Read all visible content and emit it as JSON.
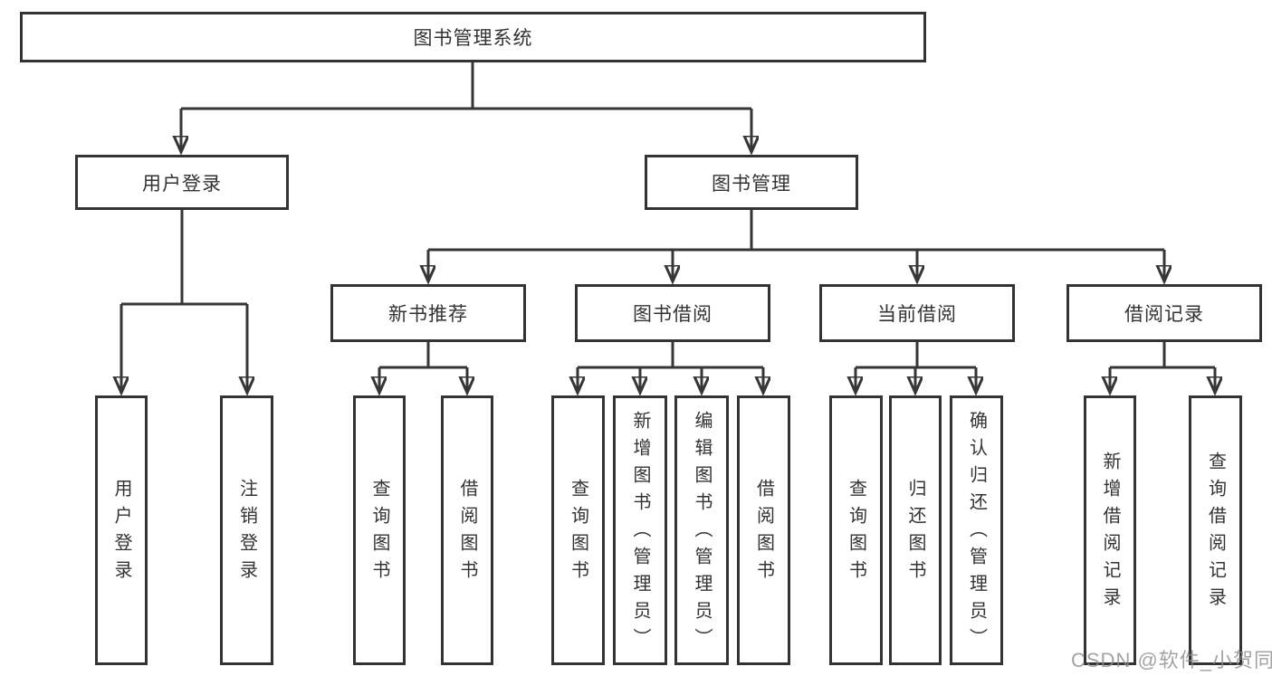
{
  "tree": {
    "root": {
      "label": "图书管理系统"
    },
    "user_login": {
      "label": "用户登录",
      "children": [
        {
          "label": "用户登录"
        },
        {
          "label": "注销登录"
        }
      ]
    },
    "book_mgmt": {
      "label": "图书管理",
      "sections": [
        {
          "label": "新书推荐",
          "children": [
            {
              "label": "查询图书"
            },
            {
              "label": "借阅图书"
            }
          ]
        },
        {
          "label": "图书借阅",
          "children": [
            {
              "label": "查询图书"
            },
            {
              "label": "新增图书（管理员）"
            },
            {
              "label": "编辑图书（管理员）"
            },
            {
              "label": "借阅图书"
            }
          ]
        },
        {
          "label": "当前借阅",
          "children": [
            {
              "label": "查询图书"
            },
            {
              "label": "归还图书"
            },
            {
              "label": "确认归还（管理员）"
            }
          ]
        },
        {
          "label": "借阅记录",
          "children": [
            {
              "label": "新增借阅记录"
            },
            {
              "label": "查询借阅记录"
            }
          ]
        }
      ]
    }
  },
  "watermark": {
    "text": "CSDN @软件_小贺同学"
  },
  "colors": {
    "line": "#363636",
    "box_border": "#333333",
    "text": "#333333",
    "background": "#ffffff",
    "watermark": "#8c8c8c"
  }
}
